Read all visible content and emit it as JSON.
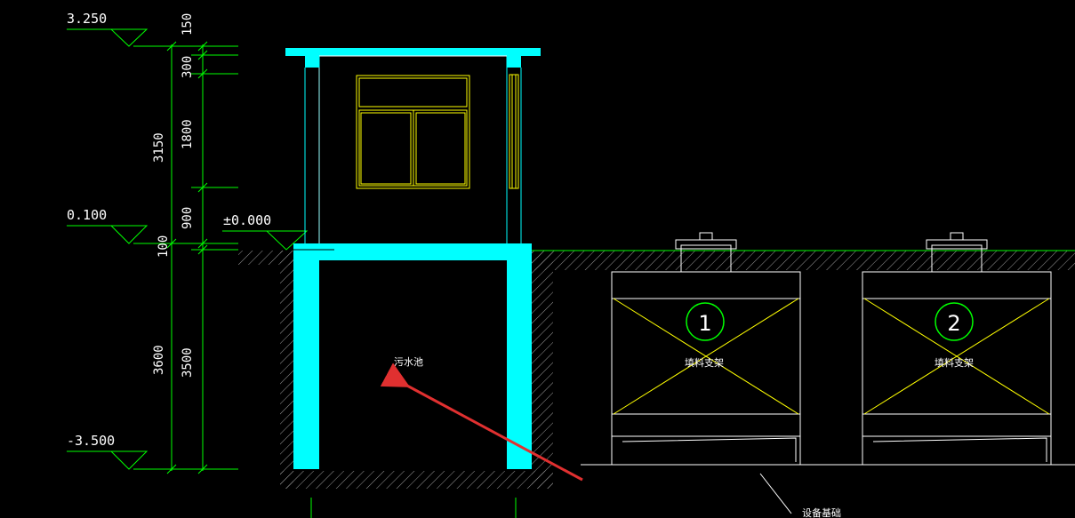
{
  "colors": {
    "background": "#000000",
    "wall": "#00ffff",
    "window": "#ffff00",
    "dimension": "#00ff00",
    "line": "#ffffff",
    "arrow": "#e03030"
  },
  "elevations": {
    "top": "3.250",
    "floor": "0.100",
    "ground": "±0.000",
    "bottom": "-3.500"
  },
  "dimensions": {
    "total_upper": "3150",
    "total_lower": "3600",
    "d150": "150",
    "d300": "300",
    "d1800": "1800",
    "d900": "900",
    "d100": "100",
    "d3500": "3500"
  },
  "labels": {
    "pool": "污水池",
    "equipment_base": "设备基础"
  },
  "equipment": [
    {
      "number": "1",
      "label": "填料支架"
    },
    {
      "number": "2",
      "label": "填料支架"
    }
  ]
}
